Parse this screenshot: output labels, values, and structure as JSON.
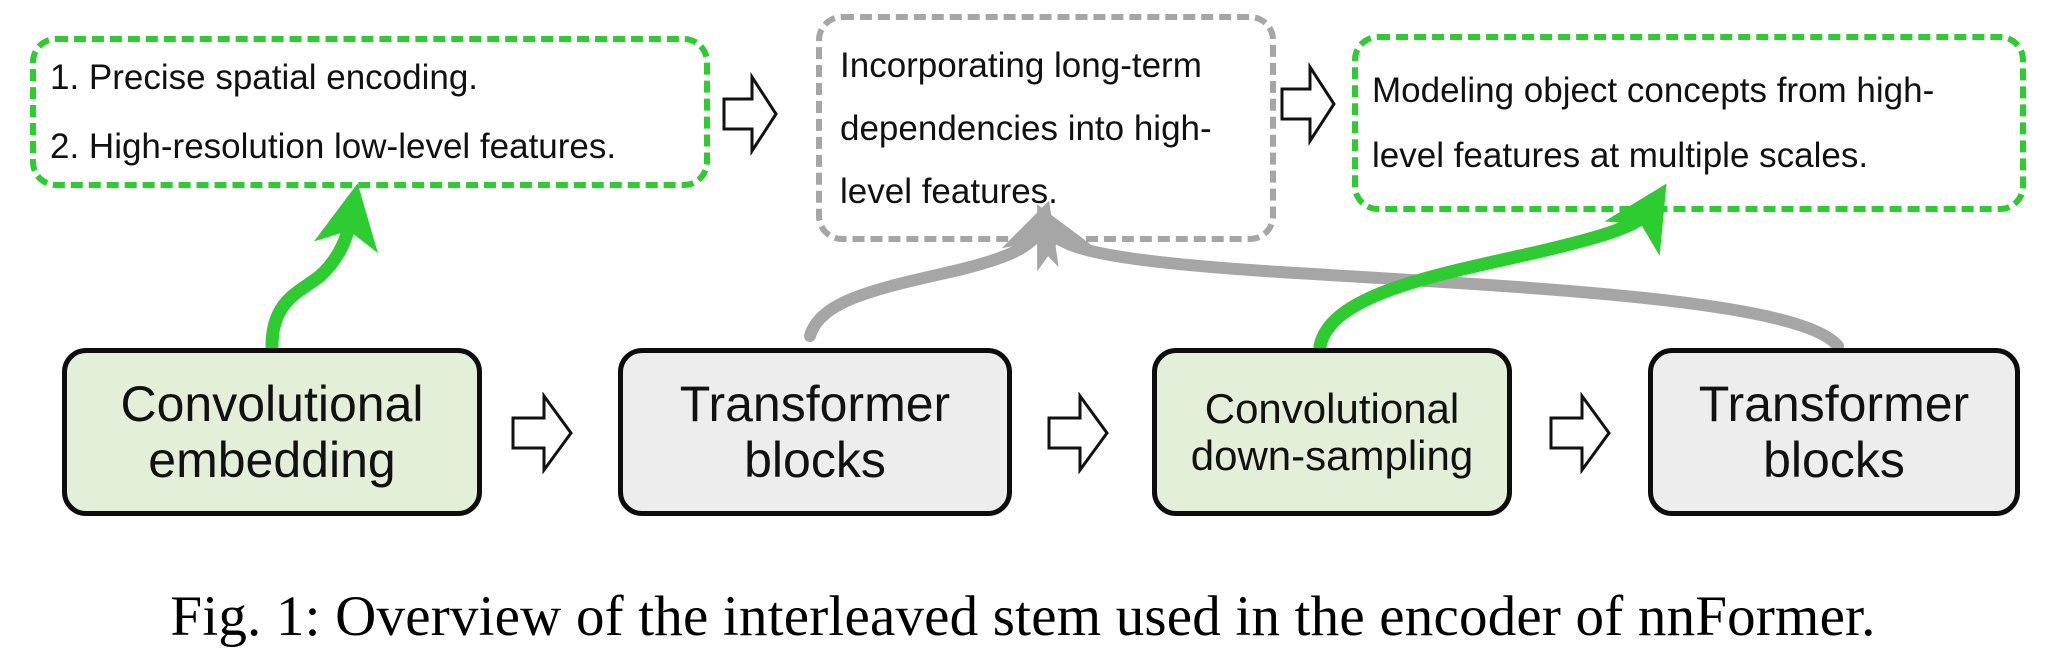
{
  "figure": {
    "caption": "Fig. 1: Overview of the interleaved stem used in the encoder of nnFormer."
  },
  "colors": {
    "green_dash": "#2dcc30",
    "gray_dash": "#a6a6a6",
    "green_fill": "#e3efd9",
    "gray_fill": "#ededed",
    "box_border": "#0d0d0d",
    "green_arrow": "#2dcc30",
    "gray_arrow": "#a6a6a6",
    "text": "#111111"
  },
  "callouts": {
    "left": {
      "id": "callout-left",
      "style": "green",
      "lines": [
        "1. Precise spatial encoding.",
        "2. High-resolution low-level features."
      ]
    },
    "middle": {
      "id": "callout-middle",
      "style": "gray",
      "lines": [
        "Incorporating long-term",
        "dependencies into high-",
        "level features."
      ]
    },
    "right": {
      "id": "callout-right",
      "style": "green",
      "lines": [
        "Modeling object concepts from high-",
        "level features at multiple scales."
      ]
    }
  },
  "stages": [
    {
      "id": "stage-1",
      "style": "green",
      "line1": "Convolutional",
      "line2": "embedding"
    },
    {
      "id": "stage-2",
      "style": "gray",
      "line1": "Transformer",
      "line2": "blocks"
    },
    {
      "id": "stage-3",
      "style": "green",
      "line1": "Convolutional",
      "line2": "down-sampling"
    },
    {
      "id": "stage-4",
      "style": "gray",
      "line1": "Transformer",
      "line2": "blocks"
    }
  ],
  "arrows": {
    "block_arrows": [
      {
        "id": "callout-left-to-middle",
        "icon": "right-block-arrow-icon"
      },
      {
        "id": "callout-middle-to-right",
        "icon": "right-block-arrow-icon"
      },
      {
        "id": "stage-1-to-stage-2",
        "icon": "right-block-arrow-icon"
      },
      {
        "id": "stage-2-to-stage-3",
        "icon": "right-block-arrow-icon"
      },
      {
        "id": "stage-3-to-stage-4",
        "icon": "right-block-arrow-icon"
      }
    ],
    "curved_arrows": [
      {
        "id": "stage-1-to-callout-left",
        "color": "green",
        "icon": "curved-arrow-icon"
      },
      {
        "id": "stage-2-to-callout-middle",
        "color": "gray",
        "icon": "curved-arrow-icon"
      },
      {
        "id": "stage-4-to-callout-middle",
        "color": "gray",
        "icon": "curved-arrow-icon"
      },
      {
        "id": "stage-3-to-callout-right",
        "color": "green",
        "icon": "curved-arrow-icon"
      }
    ]
  }
}
